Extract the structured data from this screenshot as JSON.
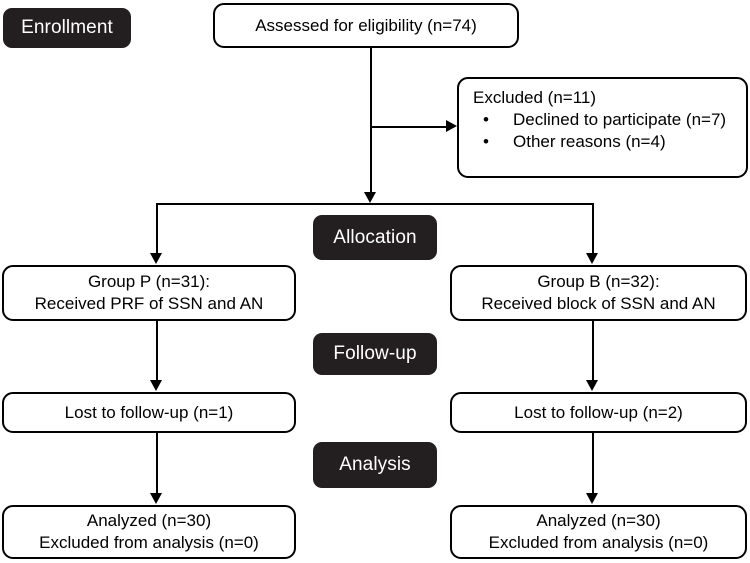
{
  "diagram": {
    "title": "CONSORT participant flow diagram",
    "colors": {
      "pill_background": "#231f20",
      "pill_text": "#ffffff",
      "box_border": "#000000",
      "box_background": "#ffffff",
      "connector": "#000000"
    }
  },
  "stages": {
    "enrollment": "Enrollment",
    "allocation": "Allocation",
    "followup": "Follow-up",
    "analysis": "Analysis"
  },
  "enrollment": {
    "assessed": "Assessed for eligibility (n=74)",
    "excluded_title": "Excluded (n=11)",
    "excluded_reasons": [
      {
        "bullet": "•",
        "text": "Declined to participate (n=7)"
      },
      {
        "bullet": "•",
        "text": "Other reasons (n=4)"
      }
    ]
  },
  "arms": {
    "left": {
      "allocation_line1": "Group P (n=31):",
      "allocation_line2": "Received PRF of SSN and AN",
      "followup": "Lost to follow-up (n=1)",
      "analysis_line1": "Analyzed (n=30)",
      "analysis_line2": "Excluded from analysis (n=0)"
    },
    "right": {
      "allocation_line1": "Group B (n=32):",
      "allocation_line2": "Received block of SSN and AN",
      "followup": "Lost to follow-up (n=2)",
      "analysis_line1": "Analyzed (n=30)",
      "analysis_line2": "Excluded from analysis (n=0)"
    }
  }
}
